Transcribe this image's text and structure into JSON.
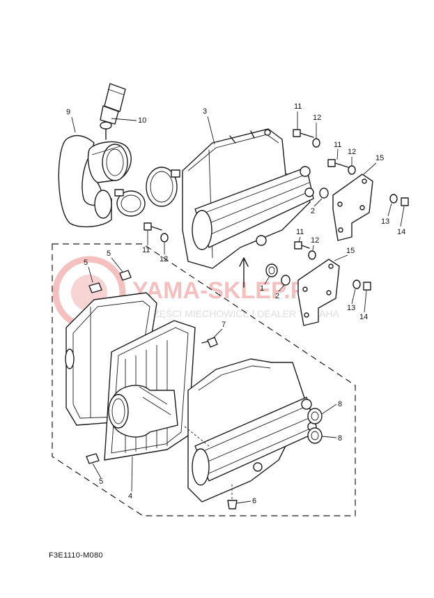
{
  "watermark": {
    "brand": "YAMA-SKLEP.PL",
    "subtitle": "CZĘŚCI MIECHOWICE | DEALER YAMAHA",
    "color": "#e88080"
  },
  "diagram_code": "F3E1110-M080",
  "callouts": [
    "9",
    "10",
    "3",
    "11",
    "12",
    "11",
    "12",
    "15",
    "2",
    "13",
    "14",
    "11",
    "12",
    "11",
    "12",
    "15",
    "5",
    "5",
    "1",
    "2",
    "13",
    "14",
    "7",
    "8",
    "8",
    "5",
    "4",
    "6"
  ]
}
